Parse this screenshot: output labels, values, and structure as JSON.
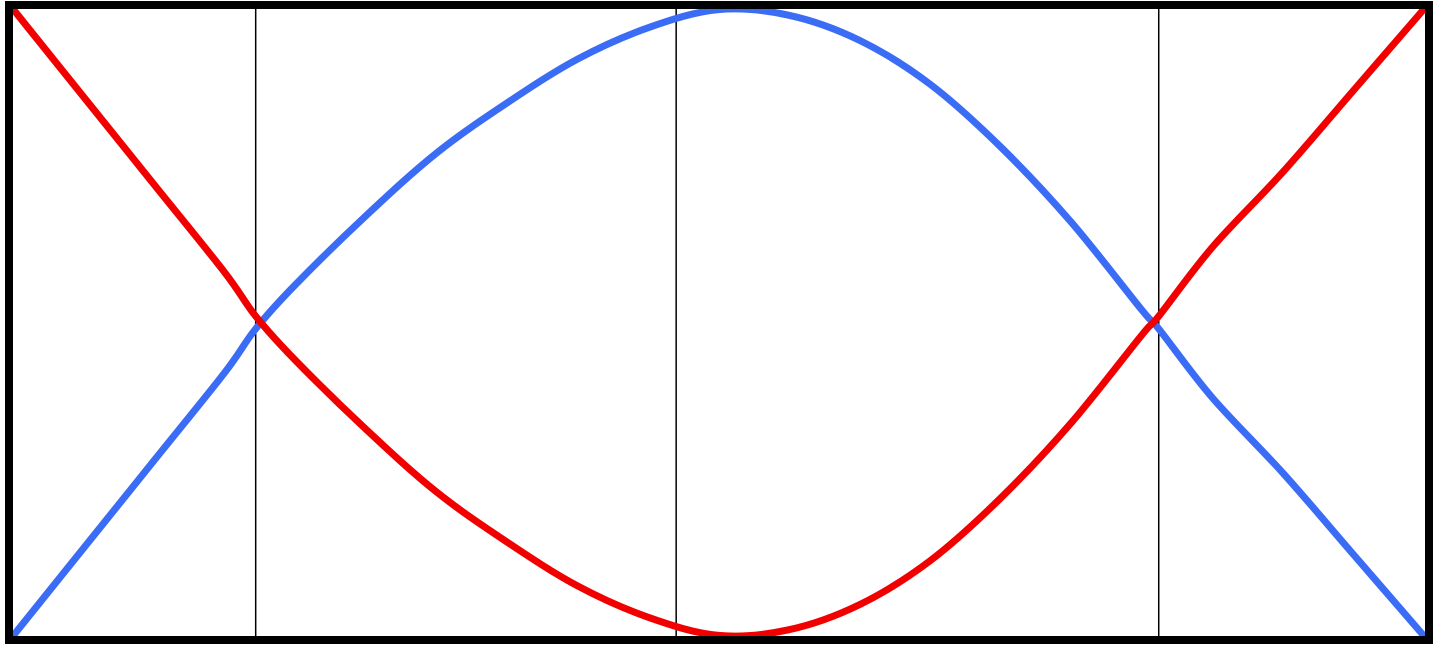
{
  "chart_data": {
    "type": "line",
    "title": "",
    "xlabel": "",
    "ylabel": "",
    "xlim": [
      0,
      1
    ],
    "ylim": [
      0,
      1
    ],
    "grid": false,
    "legend": "none",
    "vertical_lines_x": [
      0.172,
      0.47,
      0.812
    ],
    "series": [
      {
        "color": "#3a6cf5",
        "x": [
          0,
          0.05,
          0.1,
          0.15,
          0.172,
          0.2,
          0.25,
          0.3,
          0.35,
          0.4,
          0.45,
          0.5,
          0.55,
          0.6,
          0.65,
          0.7,
          0.75,
          0.8,
          0.812,
          0.85,
          0.9,
          0.95,
          1
        ],
        "y": [
          0,
          0.14,
          0.28,
          0.42,
          0.49,
          0.56,
          0.67,
          0.77,
          0.85,
          0.92,
          0.97,
          0.999,
          0.99,
          0.95,
          0.88,
          0.78,
          0.66,
          0.52,
          0.49,
          0.38,
          0.26,
          0.13,
          0
        ]
      },
      {
        "color": "#f20000",
        "x": [
          0,
          0.05,
          0.1,
          0.15,
          0.172,
          0.2,
          0.25,
          0.3,
          0.35,
          0.4,
          0.45,
          0.5,
          0.55,
          0.6,
          0.65,
          0.7,
          0.75,
          0.8,
          0.812,
          0.85,
          0.9,
          0.95,
          1
        ],
        "y": [
          1,
          0.86,
          0.72,
          0.58,
          0.51,
          0.44,
          0.33,
          0.23,
          0.15,
          0.08,
          0.03,
          0.001,
          0.01,
          0.05,
          0.12,
          0.22,
          0.34,
          0.48,
          0.51,
          0.62,
          0.74,
          0.87,
          1
        ]
      }
    ]
  }
}
